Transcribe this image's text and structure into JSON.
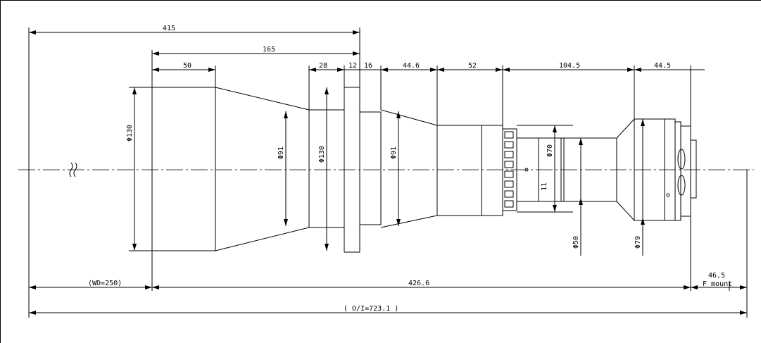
{
  "drawing": {
    "top_dimensions": {
      "overall_front": "415",
      "front_to_flange": "165",
      "front_barrel": "50",
      "barrel_28": "28",
      "flange": "12",
      "seg_16": "16",
      "seg_44_6": "44.6",
      "seg_52": "52",
      "seg_104_5": "104.5",
      "seg_44_5": "44.5"
    },
    "diameters": {
      "front": "Φ130",
      "cone_front": "Φ91",
      "flange": "Φ130",
      "cone_rear": "Φ91",
      "mid": "Φ70",
      "rear_tube": "Φ50",
      "rear": "Φ79"
    },
    "bottom_dimensions": {
      "working_distance": "(WD=250)",
      "lens_length": "426.6",
      "flange_back": "46.5",
      "mount": "F mount",
      "object_to_image": "( O/I=723.1 )"
    },
    "marks": {
      "ring_mark": "11"
    }
  }
}
